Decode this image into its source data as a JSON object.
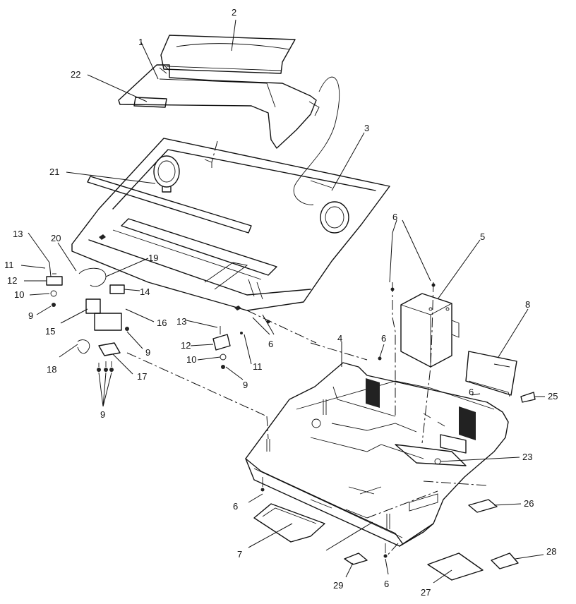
{
  "callouts": [
    {
      "key": "c1",
      "text": "1"
    },
    {
      "key": "c2",
      "text": "2"
    },
    {
      "key": "c3",
      "text": "3"
    },
    {
      "key": "c4",
      "text": "4"
    },
    {
      "key": "c5",
      "text": "5"
    },
    {
      "key": "c6a",
      "text": "6"
    },
    {
      "key": "c6b",
      "text": "6"
    },
    {
      "key": "c6c",
      "text": "6"
    },
    {
      "key": "c6d",
      "text": "6"
    },
    {
      "key": "c6e",
      "text": "6"
    },
    {
      "key": "c6f",
      "text": "6"
    },
    {
      "key": "c7",
      "text": "7"
    },
    {
      "key": "c8",
      "text": "8"
    },
    {
      "key": "c9a",
      "text": "9"
    },
    {
      "key": "c9b",
      "text": "9"
    },
    {
      "key": "c9c",
      "text": "9"
    },
    {
      "key": "c9d",
      "text": "9"
    },
    {
      "key": "c10a",
      "text": "10"
    },
    {
      "key": "c10b",
      "text": "10"
    },
    {
      "key": "c11a",
      "text": "11"
    },
    {
      "key": "c11b",
      "text": "11"
    },
    {
      "key": "c12a",
      "text": "12"
    },
    {
      "key": "c12b",
      "text": "12"
    },
    {
      "key": "c13a",
      "text": "13"
    },
    {
      "key": "c13b",
      "text": "13"
    },
    {
      "key": "c14",
      "text": "14"
    },
    {
      "key": "c15",
      "text": "15"
    },
    {
      "key": "c16",
      "text": "16"
    },
    {
      "key": "c17",
      "text": "17"
    },
    {
      "key": "c18",
      "text": "18"
    },
    {
      "key": "c19",
      "text": "19"
    },
    {
      "key": "c20",
      "text": "20"
    },
    {
      "key": "c21",
      "text": "21"
    },
    {
      "key": "c22",
      "text": "22"
    },
    {
      "key": "c23",
      "text": "23"
    },
    {
      "key": "c25",
      "text": "25"
    },
    {
      "key": "c26",
      "text": "26"
    },
    {
      "key": "c27",
      "text": "27"
    },
    {
      "key": "c28",
      "text": "28"
    },
    {
      "key": "c29",
      "text": "29"
    }
  ]
}
